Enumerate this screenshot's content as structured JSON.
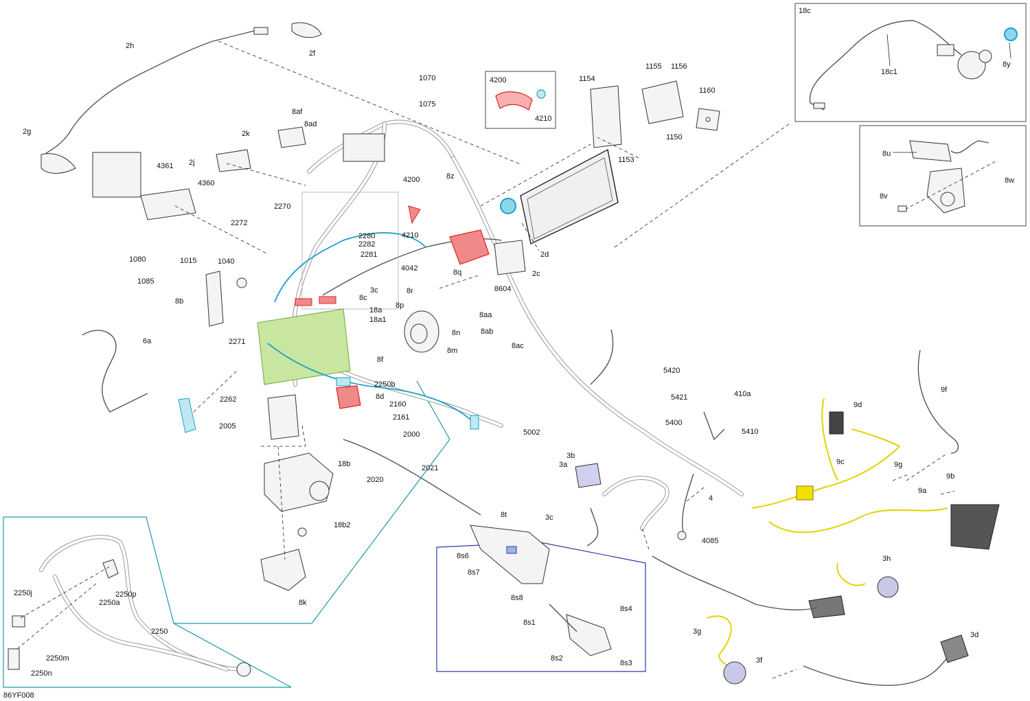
{
  "diagram_ref": "86YF008",
  "colors": {
    "highlight_red": "#e02020",
    "highlight_blue": "#1aa0c8",
    "highlight_green": "#8bc34a",
    "highlight_yellow": "#f0e000",
    "inset_blue": "#2a3aa8",
    "callout_teal": "#1a9aa8"
  },
  "insets": {
    "inset_18c": "18c",
    "inset_8u": "8u",
    "inset_4200": "4200",
    "inset_8s": "8s6",
    "inset_2250": "2250"
  },
  "labels": [
    {
      "id": "2h",
      "text": "2h"
    },
    {
      "id": "2f",
      "text": "2f"
    },
    {
      "id": "2g",
      "text": "2g"
    },
    {
      "id": "2k",
      "text": "2k"
    },
    {
      "id": "2j",
      "text": "2j"
    },
    {
      "id": "8af",
      "text": "8af"
    },
    {
      "id": "8ad",
      "text": "8ad"
    },
    {
      "id": "1070",
      "text": "1070"
    },
    {
      "id": "1075",
      "text": "1075"
    },
    {
      "id": "4200a",
      "text": "4200"
    },
    {
      "id": "4210a",
      "text": "4210"
    },
    {
      "id": "1154",
      "text": "1154"
    },
    {
      "id": "1155",
      "text": "1155"
    },
    {
      "id": "1156",
      "text": "1156"
    },
    {
      "id": "1160",
      "text": "1160"
    },
    {
      "id": "1150",
      "text": "1150"
    },
    {
      "id": "1153",
      "text": "1153"
    },
    {
      "id": "18c",
      "text": "18c"
    },
    {
      "id": "18c1",
      "text": "18c1"
    },
    {
      "id": "8y",
      "text": "8y"
    },
    {
      "id": "8u",
      "text": "8u"
    },
    {
      "id": "8w",
      "text": "8w"
    },
    {
      "id": "8v",
      "text": "8v"
    },
    {
      "id": "4361",
      "text": "4361"
    },
    {
      "id": "4360",
      "text": "4360"
    },
    {
      "id": "4200b",
      "text": "4200"
    },
    {
      "id": "8z",
      "text": "8z"
    },
    {
      "id": "2270",
      "text": "2270"
    },
    {
      "id": "2272",
      "text": "2272"
    },
    {
      "id": "2280",
      "text": "2280"
    },
    {
      "id": "2282",
      "text": "2282"
    },
    {
      "id": "2281",
      "text": "2281"
    },
    {
      "id": "4210b",
      "text": "4210"
    },
    {
      "id": "2d",
      "text": "2d"
    },
    {
      "id": "1080",
      "text": "1080"
    },
    {
      "id": "1015",
      "text": "1015"
    },
    {
      "id": "1040",
      "text": "1040"
    },
    {
      "id": "1085",
      "text": "1085"
    },
    {
      "id": "4042",
      "text": "4042"
    },
    {
      "id": "2c",
      "text": "2c"
    },
    {
      "id": "8b",
      "text": "8b"
    },
    {
      "id": "3c_a",
      "text": "3c"
    },
    {
      "id": "8r",
      "text": "8r"
    },
    {
      "id": "8q",
      "text": "8q"
    },
    {
      "id": "8604",
      "text": "8604"
    },
    {
      "id": "8c",
      "text": "8c"
    },
    {
      "id": "18a",
      "text": "18a"
    },
    {
      "id": "18a1",
      "text": "18a1"
    },
    {
      "id": "8p",
      "text": "8p"
    },
    {
      "id": "8aa",
      "text": "8aa"
    },
    {
      "id": "2271",
      "text": "2271"
    },
    {
      "id": "8n",
      "text": "8n"
    },
    {
      "id": "8ab",
      "text": "8ab"
    },
    {
      "id": "6a",
      "text": "6a"
    },
    {
      "id": "8m",
      "text": "8m"
    },
    {
      "id": "8ac",
      "text": "8ac"
    },
    {
      "id": "8f",
      "text": "8f"
    },
    {
      "id": "2250b",
      "text": "2250b"
    },
    {
      "id": "5420",
      "text": "5420"
    },
    {
      "id": "2262",
      "text": "2262"
    },
    {
      "id": "8d",
      "text": "8d"
    },
    {
      "id": "9d",
      "text": "9d"
    },
    {
      "id": "9f",
      "text": "9f"
    },
    {
      "id": "410a",
      "text": "410a"
    },
    {
      "id": "5421",
      "text": "5421"
    },
    {
      "id": "2160",
      "text": "2160"
    },
    {
      "id": "2005",
      "text": "2005"
    },
    {
      "id": "2161",
      "text": "2161"
    },
    {
      "id": "5002",
      "text": "5002"
    },
    {
      "id": "5400",
      "text": "5400"
    },
    {
      "id": "5410",
      "text": "5410"
    },
    {
      "id": "2000",
      "text": "2000"
    },
    {
      "id": "3b",
      "text": "3b"
    },
    {
      "id": "3a",
      "text": "3a"
    },
    {
      "id": "9c",
      "text": "9c"
    },
    {
      "id": "9g",
      "text": "9g"
    },
    {
      "id": "18b",
      "text": "18b"
    },
    {
      "id": "2021",
      "text": "2021"
    },
    {
      "id": "2020",
      "text": "2020"
    },
    {
      "id": "9b",
      "text": "9b"
    },
    {
      "id": "9a",
      "text": "9a"
    },
    {
      "id": "4",
      "text": "4"
    },
    {
      "id": "8t",
      "text": "8t"
    },
    {
      "id": "18b2",
      "text": "18b2"
    },
    {
      "id": "3c_b",
      "text": "3c"
    },
    {
      "id": "4085",
      "text": "4085"
    },
    {
      "id": "8s6",
      "text": "8s6"
    },
    {
      "id": "8s7",
      "text": "8s7"
    },
    {
      "id": "3h",
      "text": "3h"
    },
    {
      "id": "2250j",
      "text": "2250j"
    },
    {
      "id": "2250p",
      "text": "2250p"
    },
    {
      "id": "2250a",
      "text": "2250a"
    },
    {
      "id": "8k",
      "text": "8k"
    },
    {
      "id": "8s8",
      "text": "8s8"
    },
    {
      "id": "8s4",
      "text": "8s4"
    },
    {
      "id": "8s1",
      "text": "8s1"
    },
    {
      "id": "2250",
      "text": "2250"
    },
    {
      "id": "3g",
      "text": "3g"
    },
    {
      "id": "3d",
      "text": "3d"
    },
    {
      "id": "2250m",
      "text": "2250m"
    },
    {
      "id": "8s2",
      "text": "8s2"
    },
    {
      "id": "8s3",
      "text": "8s3"
    },
    {
      "id": "3f",
      "text": "3f"
    },
    {
      "id": "2250n",
      "text": "2250n"
    }
  ]
}
